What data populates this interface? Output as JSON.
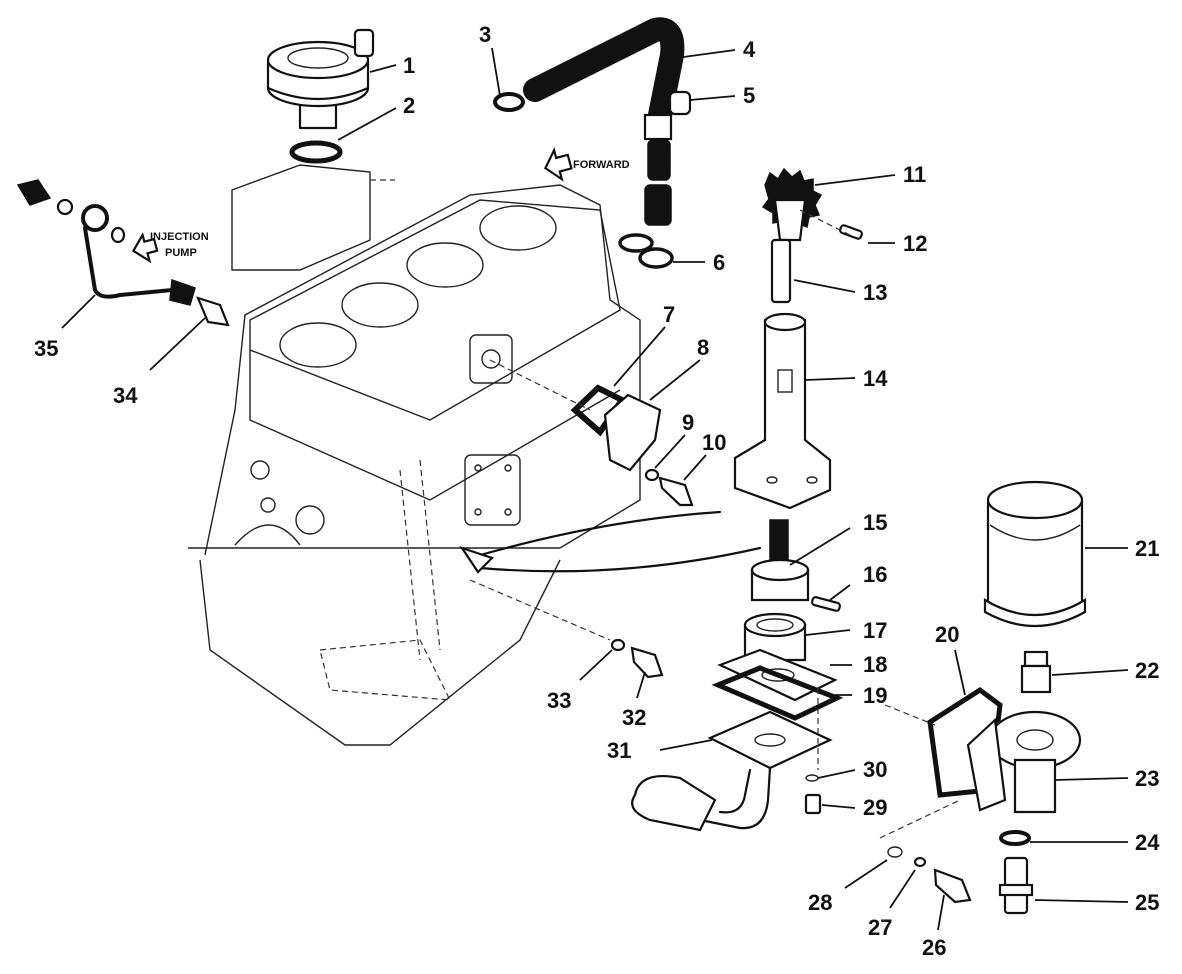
{
  "callouts": [
    "1",
    "2",
    "3",
    "4",
    "5",
    "6",
    "7",
    "8",
    "9",
    "10",
    "11",
    "12",
    "13",
    "14",
    "15",
    "16",
    "17",
    "18",
    "19",
    "20",
    "21",
    "22",
    "23",
    "24",
    "25",
    "26",
    "27",
    "28",
    "29",
    "30",
    "31",
    "32",
    "33",
    "34",
    "35"
  ],
  "notes": {
    "forward": "FORWARD",
    "injection_line1": "INJECTION",
    "injection_line2": "PUMP"
  }
}
